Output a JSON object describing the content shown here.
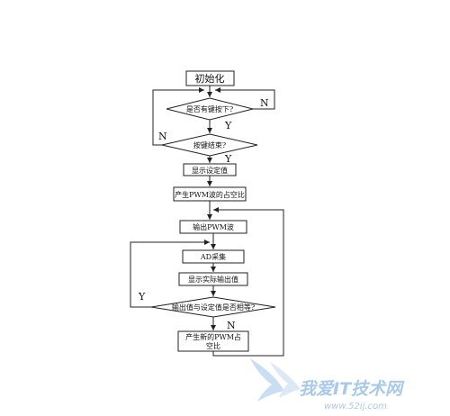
{
  "flowchart": {
    "start": "初始化",
    "decision_key_pressed": "是否有键按下?",
    "decision_key_done": "按键结束?",
    "show_setpoint": "显示设定值",
    "gen_pwm_duty": "产生PWM波的占空比",
    "output_pwm": "输出PWM波",
    "ad_sample": "AD采集",
    "show_actual": "显示实际输出值",
    "decision_compare": "输出值与设定值是否相等?",
    "new_pwm_line1": "产生新的PWM占",
    "new_pwm_line2": "空比",
    "yes_label": "Y",
    "no_label": "N"
  },
  "watermark": {
    "text": "我爱IT技术网",
    "url": "www.52ij.com"
  },
  "colors": {
    "line": "#222222",
    "watermark": "#9fc3e6"
  }
}
